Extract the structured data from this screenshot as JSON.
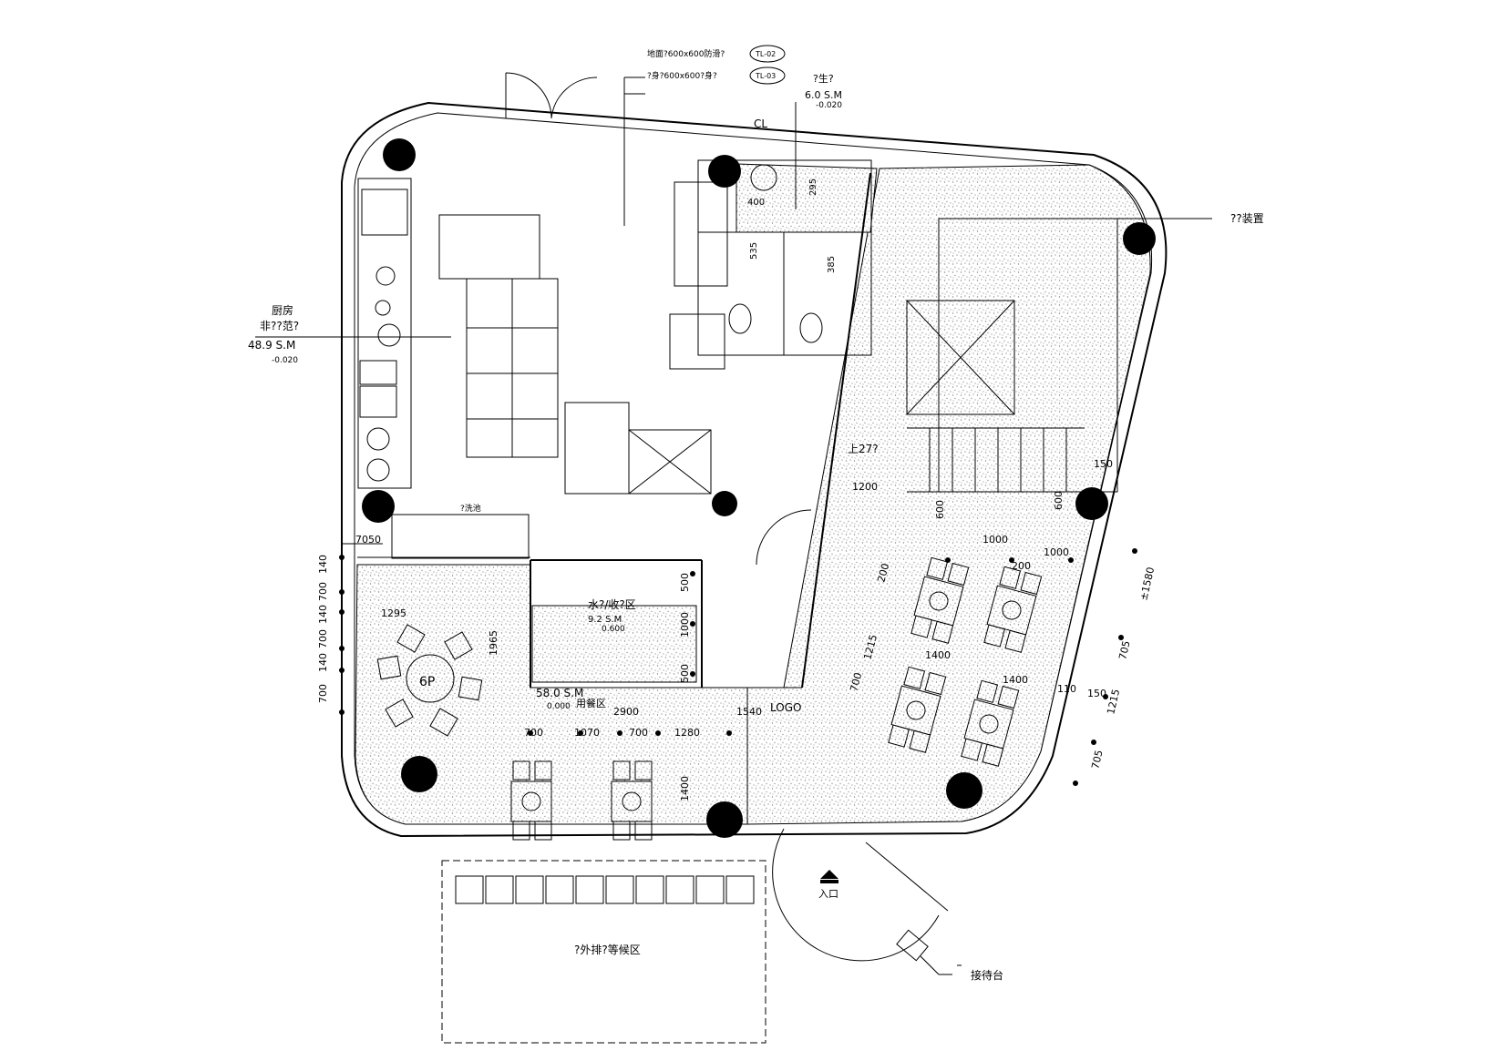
{
  "title": "",
  "colors": {
    "line": "#000000",
    "background": "#ffffff",
    "floor_hatch": "#9a9a9a"
  },
  "rooms": {
    "kitchen_name": "厨房",
    "kitchen_sub": "非??范?",
    "kitchen_area": "48.9  S.M",
    "kitchen_elev": "-0.020",
    "toilet_name": "?生?",
    "toilet_area": "6.0  S.M",
    "toilet_elev": "-0.020",
    "bar_name": "水?/收?区",
    "bar_area": "9.2  S.M",
    "bar_elev": "0.600",
    "dining_area": "58.0  S.M",
    "dining_elev": "0.000",
    "dining_name": "用餐区",
    "stair_label": "上27?",
    "round_table": "6P",
    "sink_label": "?洗池",
    "waiting_label": "?外排?等候区",
    "entrance_label": "入口",
    "logo_label": "LOGO"
  },
  "notes": {
    "floor_note": "地面?600x600防滑?",
    "floor_tag": "TL-02",
    "wall_note": "?身?600x600?身?",
    "wall_tag": "TL-03",
    "decor_label": "??装置",
    "reception_label": "接待台",
    "centerline": "CL"
  },
  "dims": {
    "d7050": "7050",
    "d1295": "1295",
    "d1965": "1965",
    "d140a": "140",
    "d700a": "700",
    "d140b": "140",
    "d700b": "700",
    "d140c": "140",
    "d700c": "700",
    "d500a": "500",
    "d1000": "1000",
    "d500b": "500",
    "d2900": "2900",
    "d1540": "1540",
    "d700d": "700",
    "d1070": "1070",
    "d700e": "700",
    "d1280": "1280",
    "d1400a": "1400",
    "d1200": "1200",
    "d1000b": "1000",
    "d1000c": "1000",
    "d600a": "600",
    "d600b": "600",
    "d150": "150",
    "d200a": "200",
    "d200b": "200",
    "d1580": "±1580",
    "d705a": "705",
    "d1215a": "1215",
    "d705b": "705",
    "d150b": "150",
    "d110": "110",
    "d1400b": "1400",
    "d1400c": "1400",
    "d1215b": "1215",
    "d700f": "700",
    "d295": "295",
    "d400": "400",
    "d535": "535",
    "d385": "385"
  }
}
